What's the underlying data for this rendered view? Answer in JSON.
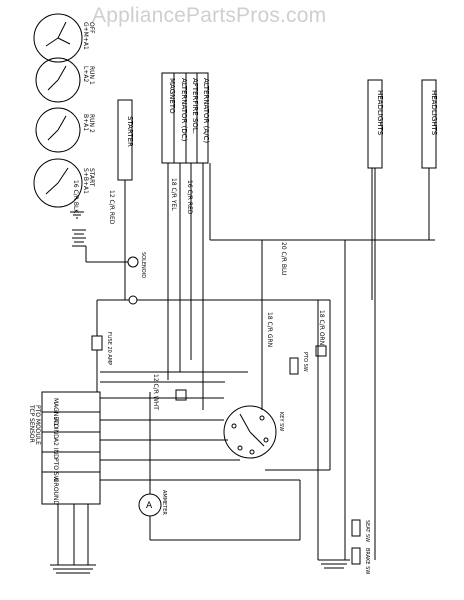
{
  "watermark": "AppliancePartsPros.com",
  "switches": [
    {
      "name": "OFF",
      "contacts": "G+M+A1"
    },
    {
      "name": "RUN 1",
      "contacts": "L+A2"
    },
    {
      "name": "RUN 2",
      "contacts": "B+A1"
    },
    {
      "name": "START",
      "contacts": "S+B+A1"
    }
  ],
  "components": {
    "starter": "STARTER",
    "headlights_a": "HEADLIGHTS",
    "headlights_b": "HEADLIGHTS",
    "engine_box": [
      "ALTERNATOR (A/C)",
      "AFTERFIRE SOL.",
      "ALTERNATOR (DC)",
      "MAGNETO"
    ],
    "ammeter": "A",
    "ammeter_label": "AMMETER",
    "module_box": [
      "MAGNETO",
      "A1 IND",
      "A2 IND",
      "PTO SW",
      "GROUND"
    ],
    "module_label": [
      "PTO MODULE",
      "TCP SENSOR"
    ]
  },
  "wires": {
    "w20_blu": "20 C/R BLU",
    "w18_grn": "18 C/R GRN",
    "w18_wht": "12 C/R WHT",
    "w16_red": "16 C/R RED",
    "w12_red": "12 C/R RED",
    "w16_blk": "16 C/R BLK",
    "w16_org": "18 C/R ORN",
    "w18_yel": "18 C/R YEL"
  },
  "switch_labels": {
    "solenoid": "SOLENOID",
    "fuse": "FUSE 20 AMP",
    "key_sw": "KEY SW",
    "seat_sw": "SEAT SW",
    "pto_sw": "PTO SW",
    "brake_sw": "BRAKE SW"
  }
}
